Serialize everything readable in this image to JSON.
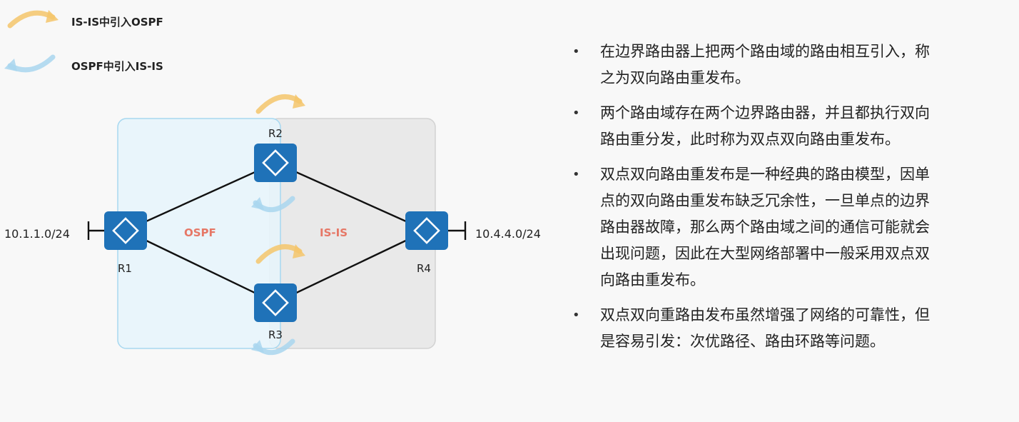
{
  "legend": [
    {
      "label": "IS-IS中引入OSPF",
      "color": "#f5c66b"
    },
    {
      "label": "OSPF中引入IS-IS",
      "color": "#a9d6ef"
    }
  ],
  "diagram": {
    "domains": {
      "ospf": {
        "label": "OSPF",
        "fill": "#e7f4fb",
        "border": "#a7d8f0"
      },
      "isis": {
        "label": "IS-IS",
        "fill": "#e9e9e9",
        "border": "#d2d2d2"
      }
    },
    "routers": {
      "r1": "R1",
      "r2": "R2",
      "r3": "R3",
      "r4": "R4"
    },
    "subnets": {
      "left": "10.1.1.0/24",
      "right": "10.4.4.0/24"
    },
    "colors": {
      "router": "#1f72b8",
      "link": "#111111",
      "domain_text": "#e67766"
    }
  },
  "bullets": [
    {
      "lines": [
        "在边界路由器上把两个路由域的路由相互引入，称",
        "之为双向路由重发布。"
      ]
    },
    {
      "lines": [
        "两个路由域存在两个边界路由器，并且都执行双向",
        "路由重分发，此时称为双点双向路由重发布。"
      ]
    },
    {
      "lines": [
        "双点双向路由重发布是一种经典的路由模型，因单",
        "点的双向路由重发布缺乏冗余性，一旦单点的边界",
        "路由器故障，那么两个路由域之间的通信可能就会",
        "出现问题，因此在大型网络部署中一般采用双点双",
        "向路由重发布。"
      ]
    },
    {
      "lines": [
        "双点双向重路由发布虽然增强了网络的可靠性，但",
        "是容易引发：次优路径、路由环路等问题。"
      ]
    }
  ]
}
